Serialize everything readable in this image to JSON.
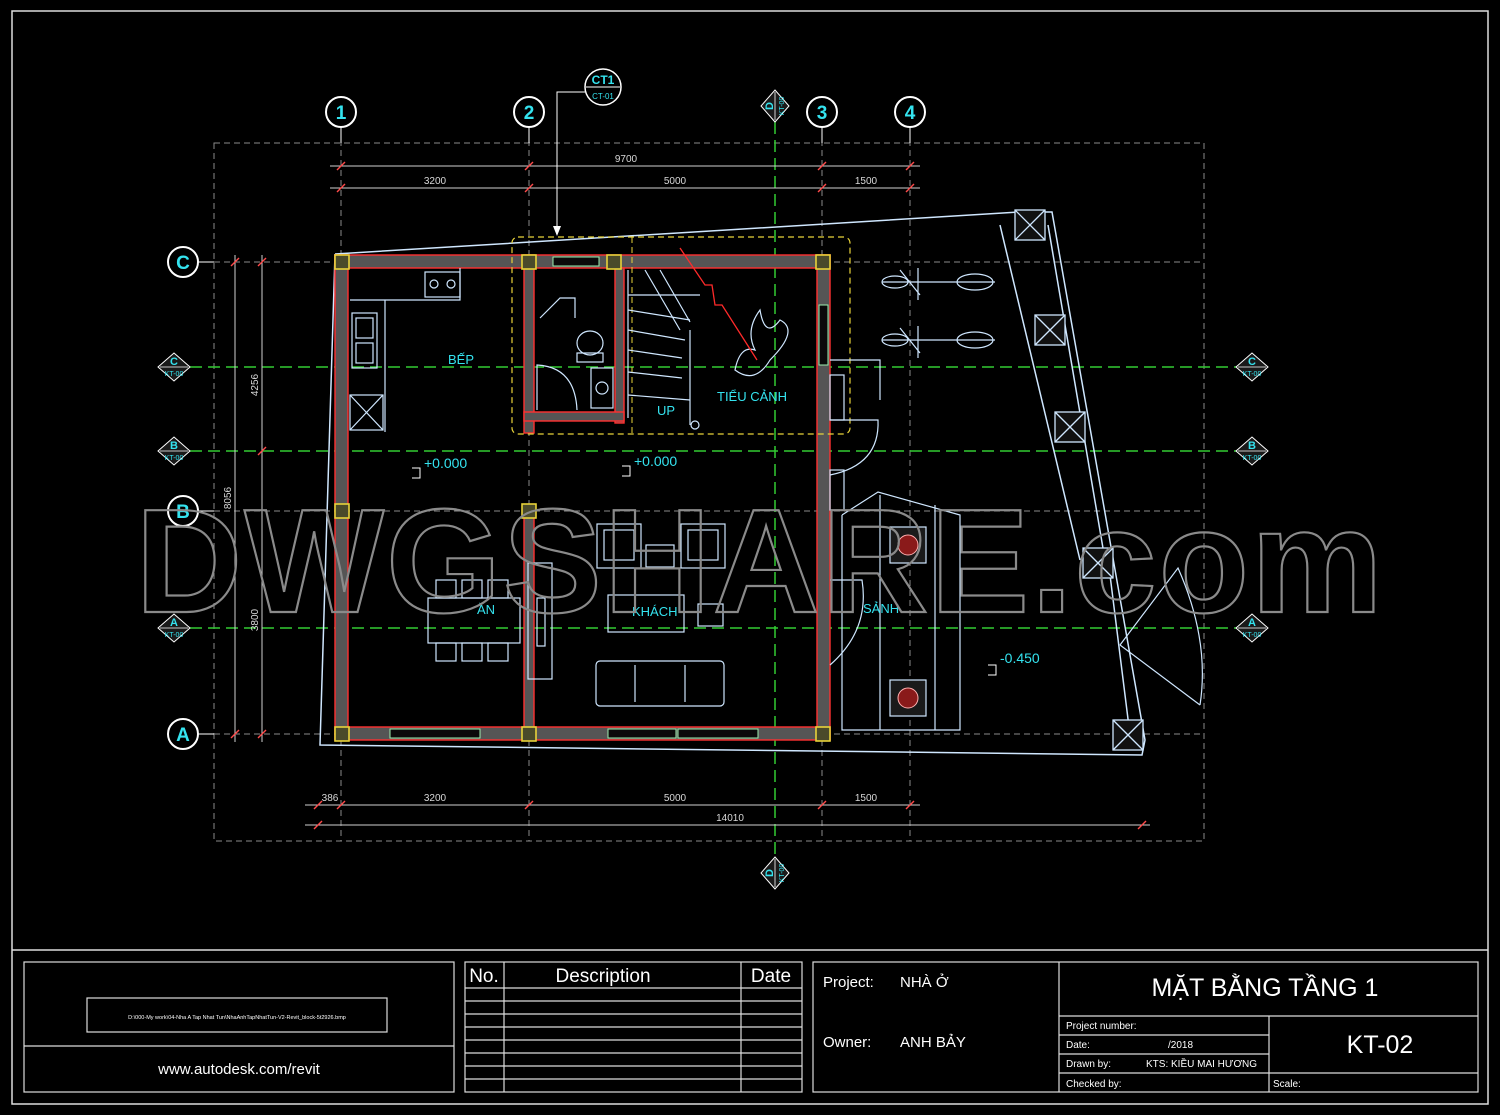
{
  "colors": {
    "background": "#000000",
    "grid": "#dddddd",
    "cyan": "#34e3ef",
    "wall_outline": "#ff3030",
    "wall_fill": "#5a5a5a",
    "column": "#e8d33a",
    "axis_dashed": "#33cc33",
    "furniture": "#cfe7ff",
    "stair_break": "#ff2a2a",
    "watermark": "#6a6a6a"
  },
  "grid_axes": {
    "columns": [
      "1",
      "2",
      "3",
      "4"
    ],
    "rows": [
      "C",
      "B",
      "A"
    ]
  },
  "section_marks": {
    "horizontal": [
      {
        "letter": "C",
        "sheet": "KT-00",
        "sheet_right": "KT-00"
      },
      {
        "letter": "B",
        "sheet": "KT-00",
        "sheet_right": "KT-00"
      },
      {
        "letter": "A",
        "sheet": "KT-00",
        "sheet_right": "KT-00"
      }
    ],
    "vertical": {
      "letter": "D",
      "sheet": "KT-00"
    }
  },
  "detail_callout": {
    "top": "CT1",
    "bottom": "CT-01"
  },
  "dimensions": {
    "top_overall": "9700",
    "top_segments": [
      "3200",
      "5000",
      "1500"
    ],
    "bottom_segments": [
      "386",
      "3200",
      "5000",
      "1500"
    ],
    "bottom_overall": "14010",
    "left_overall": "8056",
    "left_upper": "4256",
    "left_lower": "3800"
  },
  "rooms": {
    "kitchen": "BẾP",
    "garden": "TIỂU CẢNH",
    "dining": "ĂN",
    "living": "KHÁCH",
    "hall": "SẢNH",
    "stair_up": "UP"
  },
  "levels": {
    "level_1": "+0.000",
    "level_2": "+0.000",
    "level_3": "-0.450"
  },
  "watermark": "DWGSHARE.com",
  "title_block": {
    "file_path": "D:\\000-My work\\04-Nha A Tap Nhat Tun\\NhaAnhTapNhatTun-V2-Revit_block-5t2926.bmp",
    "website": "www.autodesk.com/revit",
    "revision_headers": {
      "no": "No.",
      "description": "Description",
      "date": "Date"
    },
    "project_label": "Project:",
    "project_value": "NHÀ Ở",
    "owner_label": "Owner:",
    "owner_value": "ANH BẢY",
    "sheet_title": "MẶT BẰNG TẦNG 1",
    "project_number_label": "Project number:",
    "date_label": "Date:",
    "date_value": "/2018",
    "drawn_by_label": "Drawn by:",
    "drawn_by_value": "KTS: KIỀU MAI HƯƠNG",
    "checked_by_label": "Checked by:",
    "sheet_number": "KT-02",
    "scale_label": "Scale:"
  }
}
